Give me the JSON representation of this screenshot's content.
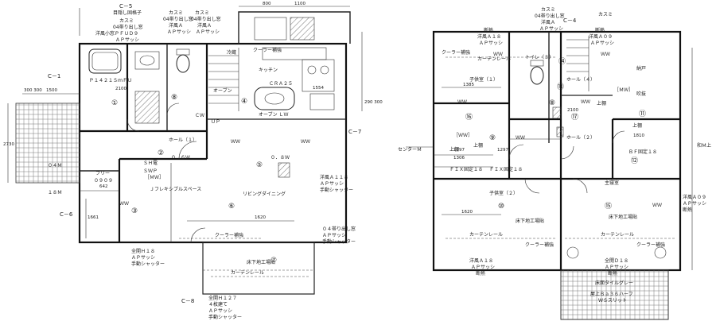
{
  "left_plan": {
    "dimensions": [
      "800",
      "1100",
      "1500",
      "300 300",
      "2730",
      "642",
      "1661",
      "1620",
      "1554",
      "2100",
      "290 300",
      "300 300"
    ],
    "section_marks": [
      "C－5",
      "C－1",
      "C－6",
      "C－8",
      "C－7"
    ],
    "room_numbers": [
      "①",
      "②",
      "③",
      "④",
      "⑤",
      "⑥",
      "⑦",
      "⑧"
    ],
    "labels": {
      "top_note_1": "目隠し固格子",
      "top_note_2": "カスミ",
      "top_note_3": "04帯り出し窓",
      "top_note_4": "洋風小窓ＰＦＵＤ９",
      "top_note_5": "ＡＰサッシ",
      "top_note_6": "カスミ",
      "top_note_7": "04帯り出し窓",
      "top_note_8": "洋風Ａ",
      "top_note_9": "ＡＰサッシ",
      "top_note_10": "カスミ",
      "top_note_11": "04帯り出し窓",
      "top_note_12": "洋風Ａ",
      "top_note_13": "ＡＰサッシ",
      "bath": "Ｐ１４２１ＳｍＦＵ",
      "kitchen": "キッチン",
      "cra": "ＣＲＡ２５",
      "hall": "ホール（１）",
      "oven": "オーブン",
      "oven_lw": "オーブン ＬＷ",
      "up": "ＵＰ",
      "sh": "ＳＨ電",
      "swp": "ＳＷＰ",
      "mw": "［ＭＷ］",
      "flexible": "Ｊフレキシブルスペース",
      "living": "リビングダイニング",
      "cooler_1": "クーラー補強",
      "cooler_2": "クーラー補強",
      "free": "フリー",
      "size_0909": "０９０９",
      "ow": "０．６Ｗ",
      "ow2": "０．８Ｗ",
      "curtain": "カーテンレール",
      "floor_box": "床下地工場貼",
      "sash_bottom_1": "全開Ｈ１８",
      "sash_bottom_2": "ＡＰサッシ",
      "sash_bottom_3": "手動シャッター",
      "sash_bottom_4": "全開Ｈ１２７",
      "sash_bottom_5": "４枚建て",
      "sash_bottom_6": "ＡＰサッシ",
      "sash_bottom_7": "手動シャッター",
      "side_1": "洋風Ａ１１８",
      "side_2": "ＡＰサッシ",
      "side_3": "手動シャッター",
      "side_4": "０４帯り出し窓",
      "side_5": "ＡＰサッシ",
      "side_6": "手動シャッター",
      "ww": "ＷＷ",
      "ww2": "ＷＷ",
      "ww3": "ＷＷ",
      "cm": "１８Ｍ",
      "om": "０４Ｍ",
      "cw": "ＣＷ",
      "ref": "冷蔵"
    }
  },
  "right_plan": {
    "section_marks": [
      "C－4"
    ],
    "room_numbers": [
      "⑧",
      "⑨",
      "⑩",
      "⑪",
      "⑫",
      "⑬",
      "⑭",
      "⑮",
      "⑯",
      "⑰"
    ],
    "dimensions": [
      "1385",
      "1297",
      "1297",
      "1620",
      "2100",
      "1810",
      "1306"
    ],
    "labels": {
      "top_1": "カスミ",
      "top_2": "04帯り出し窓",
      "top_3": "洋風Ａ",
      "top_4": "ＡＰサッシ",
      "top_5": "洋風Ａ１８",
      "top_6": "ＡＰサッシ",
      "top_7": "断熱",
      "top_8": "洋風Ａ０９",
      "top_9": "ＡＰサッシ",
      "top_10": "断熱",
      "top_11": "カスミ",
      "cooler_top": "クーラー補強",
      "curtain_top": "カーテンレール",
      "kids1": "子供室（１）",
      "kids2": "子供室（２）",
      "toilet": "トイレ（３）",
      "hall4": "ホール（４）",
      "hall2": "ホール（２）",
      "closet_up": "上棚",
      "closet_up2": "上棚",
      "closet_up3": "上棚",
      "closet_up4": "上棚",
      "main_bed": "主寝室",
      "bf": "ＢＦ固定１８",
      "fixed1": "ＦＩＸ固定１８",
      "fixed2": "ＦＩＸ固定１８",
      "floor_box1": "床下地工場貼",
      "floor_box2": "床下地工場貼",
      "curtain_b1": "カーテンレール",
      "curtain_b2": "カーテンレール",
      "cooler_b1": "クーラー補強",
      "cooler_b2": "クーラー補強",
      "balcony_1": "全開Ｄ１８",
      "balcony_2": "ＡＰサッシ",
      "balcony_3": "断熱",
      "balcony_4": "床面タイルグレー",
      "balcony_5": "屋上Ｂａ３６ハーフ",
      "balcony_6": "ＷＳスリット",
      "center": "センターＭ",
      "bottom_1": "洋風Ａ１８",
      "bottom_2": "ＡＰサッシ",
      "bottom_3": "断熱",
      "side_r1": "洋風Ａ０９",
      "side_r2": "ＡＰサッシ",
      "side_r3": "断熱",
      "tobi": "納戸",
      "ww": "ＷＷ",
      "ww2": "ＷＷ",
      "ww3": "ＷＷ",
      "ww4": "ＷＷ",
      "ww5": "ＷＷ",
      "ww6": "ＷＷ",
      "nw": "［ＷＷ］",
      "mw": "［ＭＷ］",
      "kinds": "和Ｍ上",
      "hole": "吹抜"
    }
  }
}
